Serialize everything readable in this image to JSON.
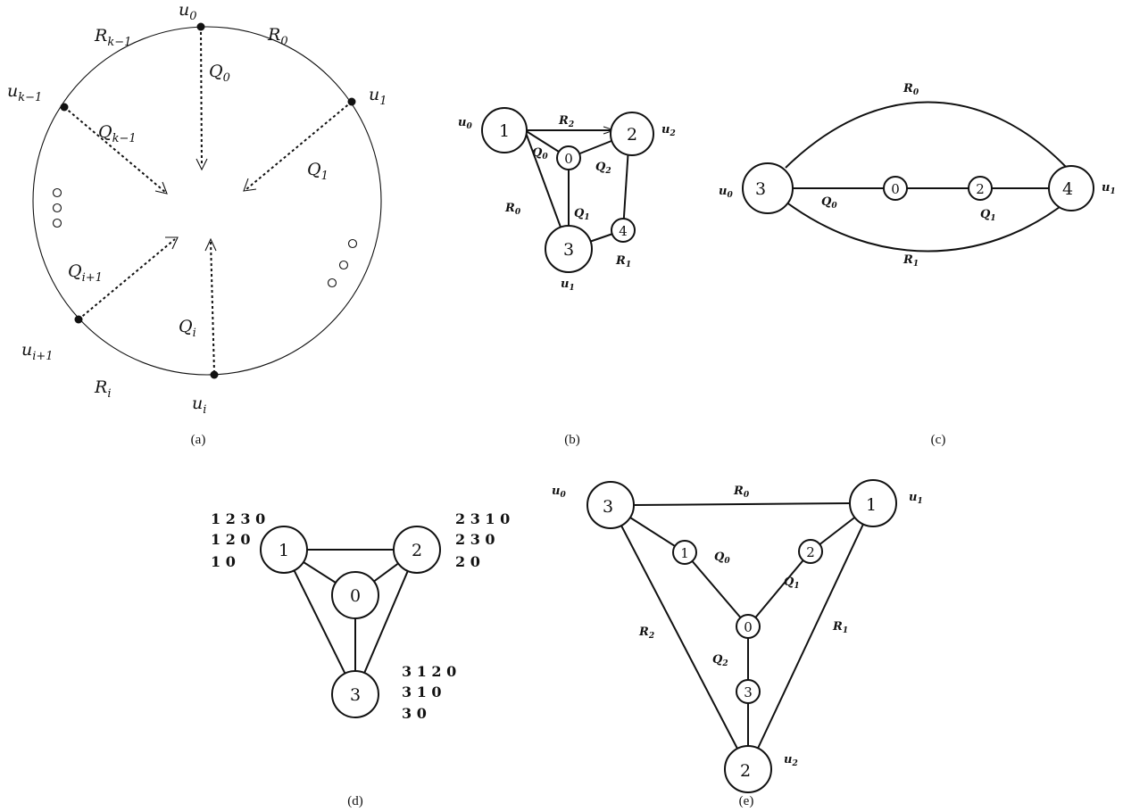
{
  "panel_a": {
    "caption": "(a)",
    "vertices": {
      "u0": {
        "base": "u",
        "sub": "0"
      },
      "u1": {
        "base": "u",
        "sub": "1"
      },
      "uk1": {
        "base": "u",
        "sub": "k−1"
      },
      "ui1": {
        "base": "u",
        "sub": "i+1"
      },
      "ui": {
        "base": "u",
        "sub": "i"
      }
    },
    "arcs": {
      "rk1": {
        "base": "R",
        "sub": "k−1"
      },
      "r0": {
        "base": "R",
        "sub": "0"
      },
      "ri": {
        "base": "R",
        "sub": "i"
      }
    },
    "paths": {
      "q0": {
        "base": "Q",
        "sub": "0"
      },
      "qk1": {
        "base": "Q",
        "sub": "k−1"
      },
      "q1": {
        "base": "Q",
        "sub": "1"
      },
      "qi1": {
        "base": "Q",
        "sub": "i+1"
      },
      "qi": {
        "base": "Q",
        "sub": "i"
      }
    }
  },
  "panel_b": {
    "caption": "(b)",
    "nodes": {
      "n1": "1",
      "n2": "2",
      "n0": "0",
      "n4": "4",
      "n3": "3"
    },
    "labels": {
      "u0": {
        "base": "u",
        "sub": "0"
      },
      "u2": {
        "base": "u",
        "sub": "2"
      },
      "u1": {
        "base": "u",
        "sub": "1"
      },
      "r2": {
        "base": "R",
        "sub": "2"
      },
      "q0": {
        "base": "Q",
        "sub": "0"
      },
      "q2": {
        "base": "Q",
        "sub": "2"
      },
      "r0": {
        "base": "R",
        "sub": "0"
      },
      "q1": {
        "base": "Q",
        "sub": "1"
      },
      "r1": {
        "base": "R",
        "sub": "1"
      }
    }
  },
  "panel_c": {
    "caption": "(c)",
    "nodes": {
      "n3": "3",
      "n0": "0",
      "n2": "2",
      "n4": "4"
    },
    "labels": {
      "r0": {
        "base": "R",
        "sub": "0"
      },
      "r1": {
        "base": "R",
        "sub": "1"
      },
      "q0": {
        "base": "Q",
        "sub": "0"
      },
      "q1": {
        "base": "Q",
        "sub": "1"
      },
      "u0": {
        "base": "u",
        "sub": "0"
      },
      "u1": {
        "base": "u",
        "sub": "1"
      }
    }
  },
  "panel_d": {
    "caption": "(d)",
    "nodes": {
      "n1": "1",
      "n2": "2",
      "n0": "0",
      "n3": "3"
    },
    "sequences_left": [
      "1 2 3 0",
      "1 2 0",
      "1 0"
    ],
    "sequences_right": [
      "2 3 1 0",
      "2 3 0",
      "2 0"
    ],
    "sequences_bottom": [
      "3 1 2 0",
      "3 1 0",
      "3 0"
    ]
  },
  "panel_e": {
    "caption": "(e)",
    "nodes": {
      "big3": "3",
      "big1": "1",
      "big2": "2",
      "s1": "1",
      "s2": "2",
      "s0": "0",
      "s3": "3"
    },
    "labels": {
      "u0": {
        "base": "u",
        "sub": "0"
      },
      "u1": {
        "base": "u",
        "sub": "1"
      },
      "u2": {
        "base": "u",
        "sub": "2"
      },
      "r0": {
        "base": "R",
        "sub": "0"
      },
      "r1": {
        "base": "R",
        "sub": "1"
      },
      "r2": {
        "base": "R",
        "sub": "2"
      },
      "q0": {
        "base": "Q",
        "sub": "0"
      },
      "q1": {
        "base": "Q",
        "sub": "1"
      },
      "q2": {
        "base": "Q",
        "sub": "2"
      }
    }
  }
}
